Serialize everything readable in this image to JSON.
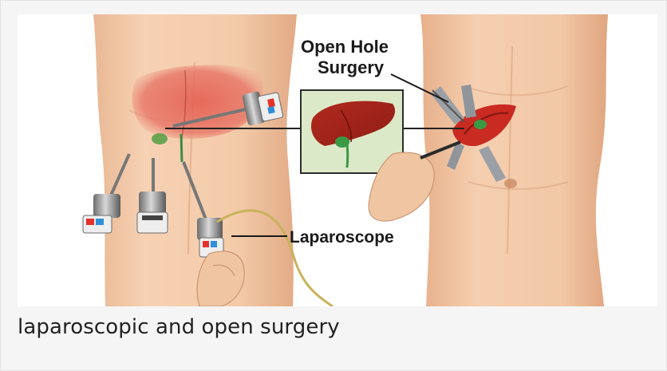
{
  "figure": {
    "label_open_hole_line1": "Open Hole",
    "label_open_hole_line2": "Surgery",
    "label_laparoscope": "Laparoscope"
  },
  "caption": "laparoscopic and open surgery"
}
